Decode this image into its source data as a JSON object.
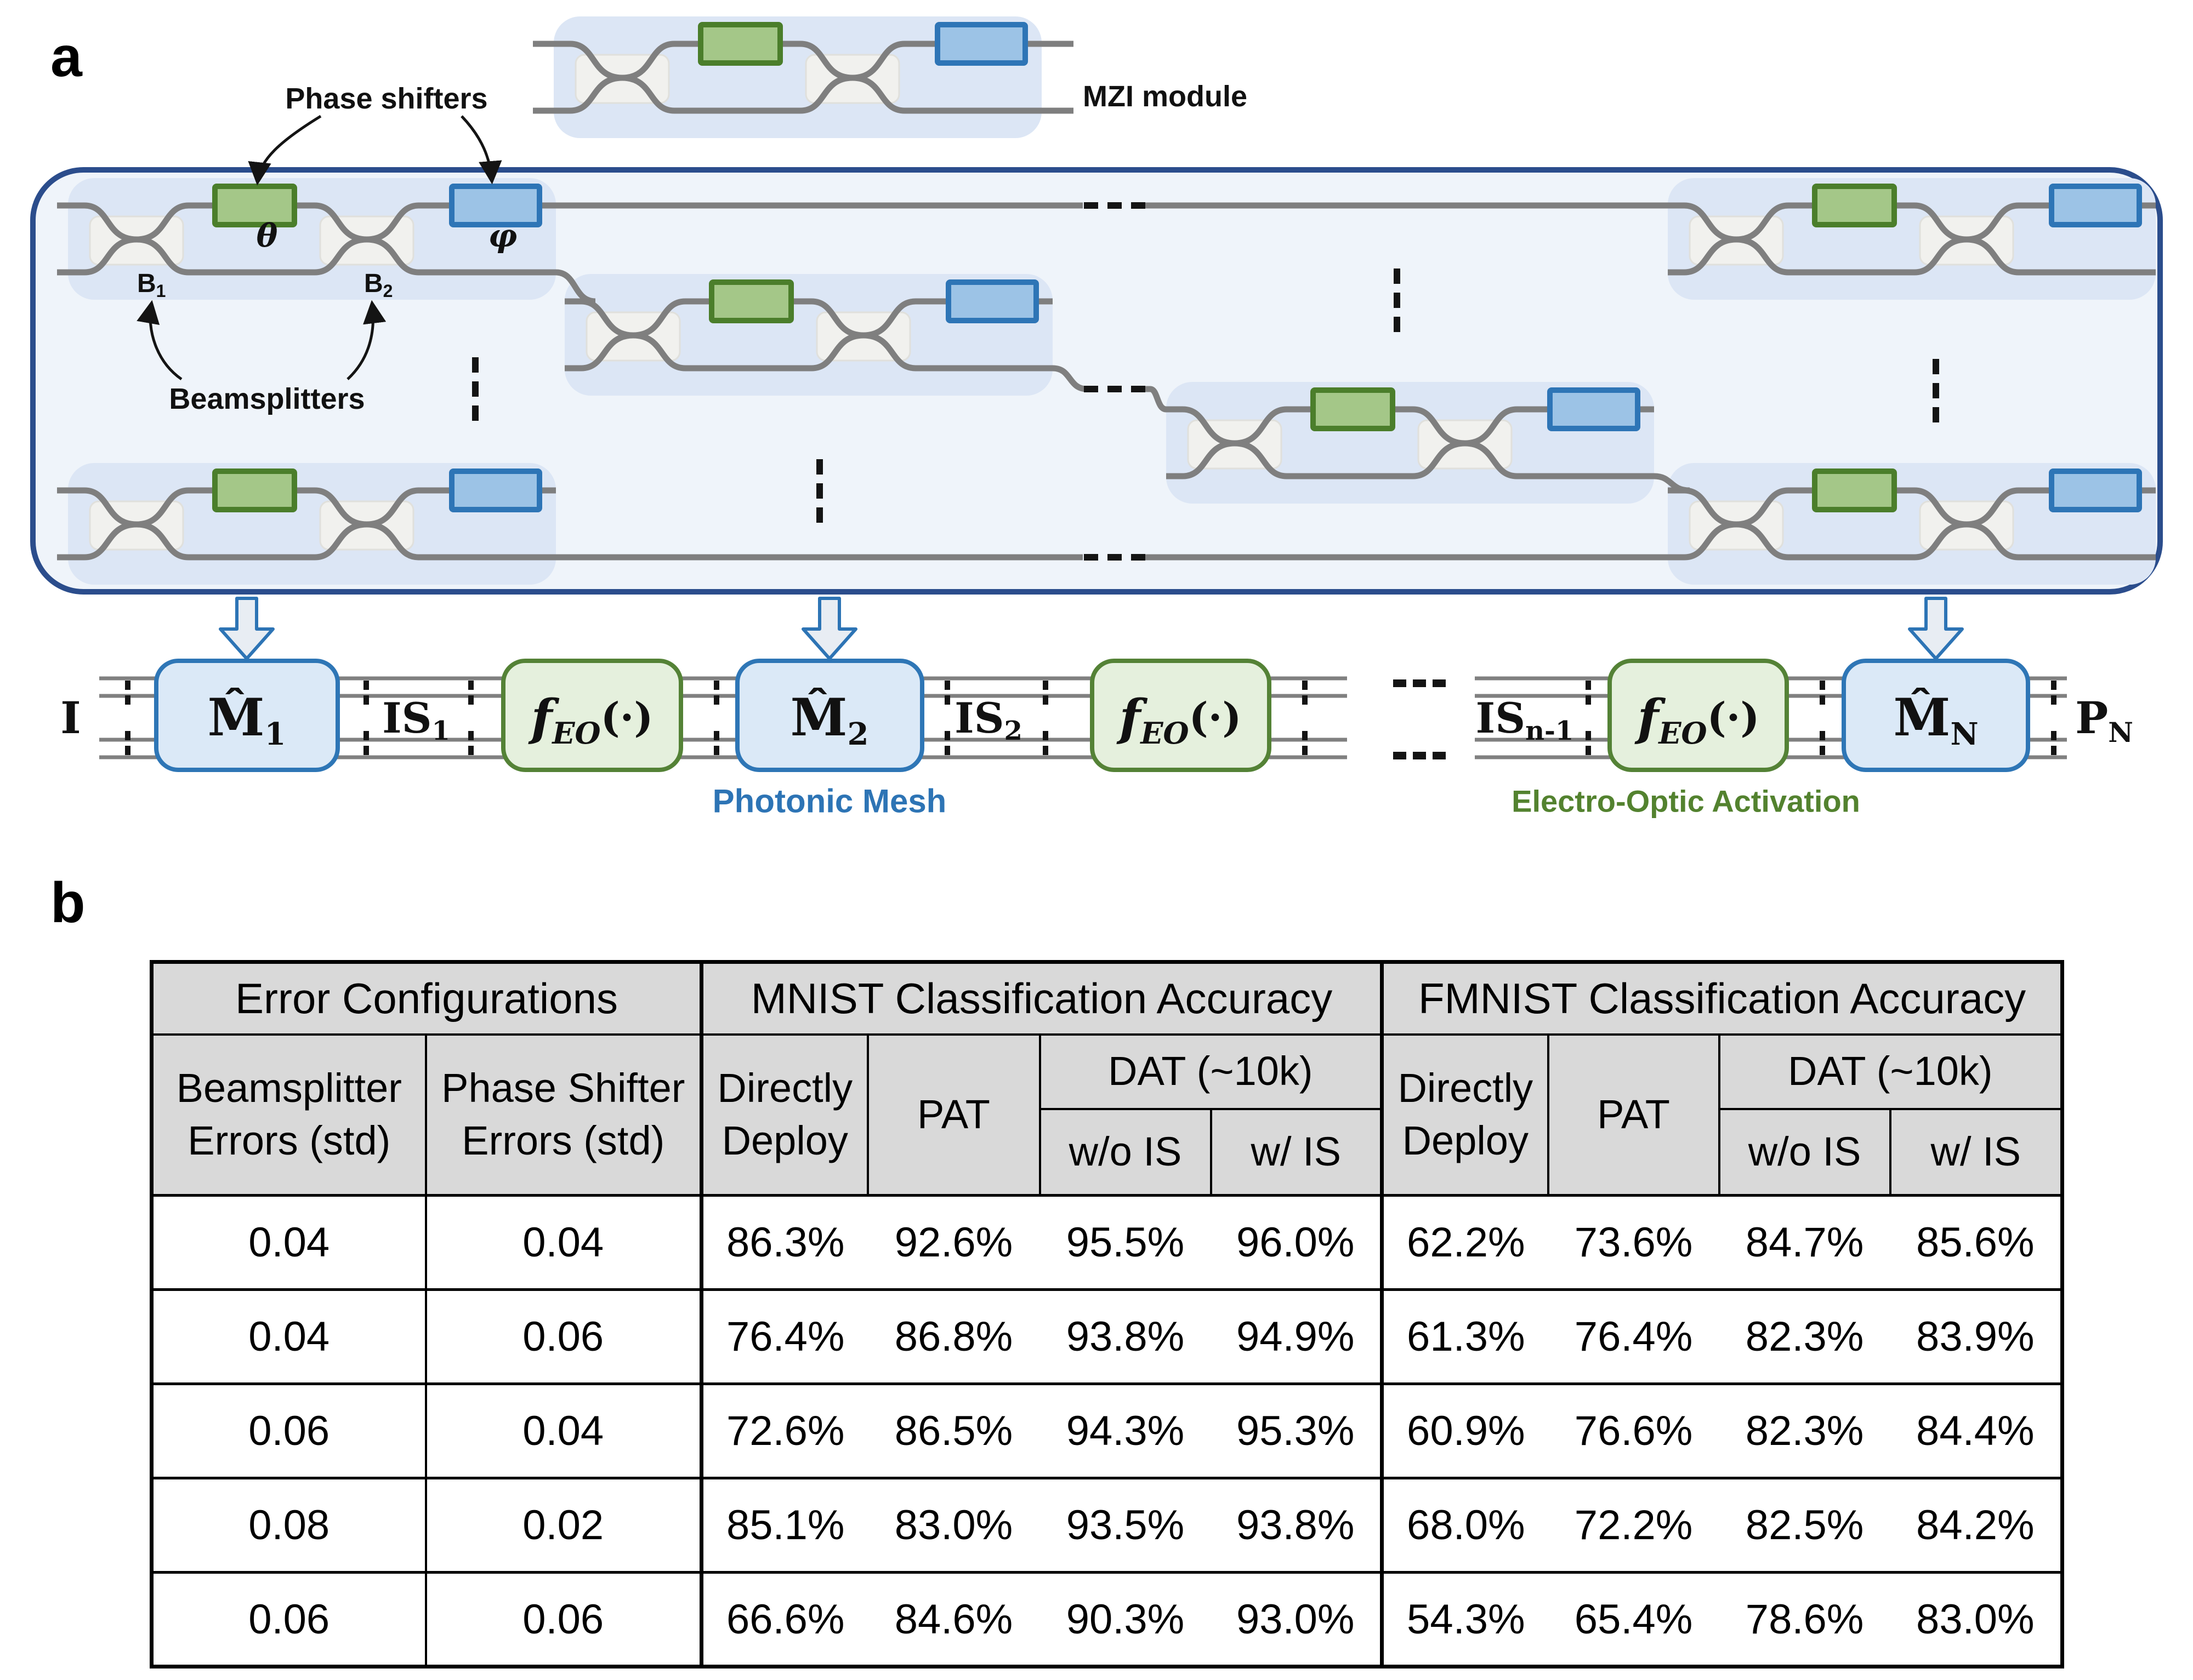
{
  "panel_a": {
    "label": "a",
    "mzi_module_label": "MZI module",
    "phase_shifters_label": "Phase shifters",
    "beamsplitters_label": "Beamsplitters",
    "theta": "θ",
    "phi": "φ",
    "b1": {
      "base": "B",
      "sub": "1"
    },
    "b2": {
      "base": "B",
      "sub": "2"
    },
    "flow": {
      "input_label": "I",
      "m1": {
        "base": "M̂",
        "sub": "1"
      },
      "is1": {
        "base": "IS",
        "sub": "1"
      },
      "feo": {
        "name": "f",
        "sub": "EO",
        "args": "(·)"
      },
      "m2": {
        "base": "M̂",
        "sub": "2"
      },
      "is2": {
        "base": "IS",
        "sub": "2"
      },
      "isn1": {
        "base": "IS",
        "sub": "n-1"
      },
      "mn": {
        "base": "M̂",
        "sub": "N"
      },
      "pn": {
        "base": "P",
        "sub": "N"
      },
      "photonic_mesh_label": "Photonic Mesh",
      "eo_activation_label": "Electro-Optic Activation"
    },
    "colors": {
      "mesh_border": "#2b4d8c",
      "module_bg": "#dce6f5",
      "wire_gray": "#7f7f7f",
      "phase_shifter_green_fill": "#a4c788",
      "phase_shifter_green_border": "#4b7e2b",
      "phase_shifter_blue_fill": "#9cc3e6",
      "phase_shifter_blue_border": "#2e75b6",
      "photonic_mesh_blue": "#2d74b5",
      "eo_activation_green": "#53822f"
    }
  },
  "panel_b": {
    "label": "b",
    "table": {
      "group_headers": [
        "Error Configurations",
        "MNIST Classification Accuracy",
        "FMNIST Classification Accuracy"
      ],
      "col_headers": {
        "beamsplitter": "Beamsplitter Errors (std)",
        "phase_shifter": "Phase Shifter Errors (std)",
        "directly_deploy": "Directly Deploy",
        "pat": "PAT",
        "dat": "DAT (~10k)",
        "wo_is": "w/o IS",
        "w_is": "w/ IS"
      },
      "rows": [
        {
          "cells": [
            "0.04",
            "0.04",
            "86.3%",
            "92.6%",
            "95.5%",
            "96.0%",
            "62.2%",
            "73.6%",
            "84.7%",
            "85.6%"
          ]
        },
        {
          "cells": [
            "0.04",
            "0.06",
            "76.4%",
            "86.8%",
            "93.8%",
            "94.9%",
            "61.3%",
            "76.4%",
            "82.3%",
            "83.9%"
          ]
        },
        {
          "cells": [
            "0.06",
            "0.04",
            "72.6%",
            "86.5%",
            "94.3%",
            "95.3%",
            "60.9%",
            "76.6%",
            "82.3%",
            "84.4%"
          ]
        },
        {
          "cells": [
            "0.08",
            "0.02",
            "85.1%",
            "83.0%",
            "93.5%",
            "93.8%",
            "68.0%",
            "72.2%",
            "82.5%",
            "84.2%"
          ]
        },
        {
          "cells": [
            "0.06",
            "0.06",
            "66.6%",
            "84.6%",
            "90.3%",
            "93.0%",
            "54.3%",
            "65.4%",
            "78.6%",
            "83.0%"
          ]
        }
      ]
    }
  }
}
